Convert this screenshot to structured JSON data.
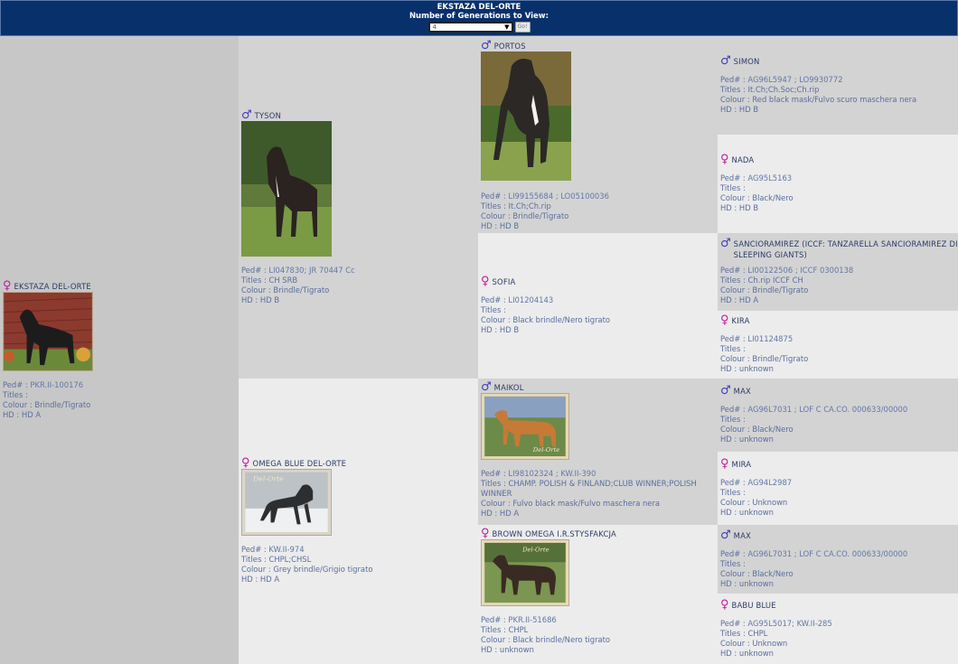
{
  "header": {
    "title": "EKSTAZA DEL-ORTE",
    "subtitle": "Number of Generations to View:",
    "select_value": "4",
    "go_label": "Go!"
  },
  "labels": {
    "ped": "Ped# :",
    "titles": "Titles :",
    "colour": "Colour :",
    "hd": "HD :"
  },
  "gen1": {
    "name": "EKSTAZA DEL-ORTE",
    "sex": "female",
    "ped": "PKR.II-100176",
    "titles": "",
    "colour": "Brindle/Tigrato",
    "hd": "HD A"
  },
  "gen2": [
    {
      "name": "TYSON",
      "sex": "male",
      "ped": "LI047830; JR 70447 Cc",
      "titles": "CH SRB",
      "colour": "Brindle/Tigrato",
      "hd": "HD B"
    },
    {
      "name": "OMEGA BLUE DEL-ORTE",
      "sex": "female",
      "ped": "KW.II-974",
      "titles": "CHPL;CHSL",
      "colour": "Grey brindle/Grigio tigrato",
      "hd": "HD A"
    }
  ],
  "gen3": [
    {
      "name": "PORTOS",
      "sex": "male",
      "ped": "LI99155684 ; LO05100036",
      "titles": "It.Ch;Ch.rip",
      "colour": "Brindle/Tigrato",
      "hd": "HD B"
    },
    {
      "name": "SOFIA",
      "sex": "female",
      "ped": "LI01204143",
      "titles": "",
      "colour": "Black brindle/Nero tigrato",
      "hd": "HD B"
    },
    {
      "name": "MAIKOL",
      "sex": "male",
      "ped": "LI98102324 ; KW.II-390",
      "titles": "CHAMP. POLISH & FINLAND;CLUB WINNER;POLISH WINNER",
      "colour": "Fulvo black mask/Fulvo maschera nera",
      "hd": "HD A"
    },
    {
      "name": "BROWN OMEGA I.R.STYSFAKCJA",
      "sex": "female",
      "ped": "PKR.II-51686",
      "titles": "CHPL",
      "colour": "Black brindle/Nero tigrato",
      "hd": "unknown"
    }
  ],
  "gen4": [
    {
      "name": "SIMON",
      "sex": "male",
      "ped": "AG96L5947 ; LO9930772",
      "titles": "It.Ch;Ch.Soc;Ch.rip",
      "colour": "Red black mask/Fulvo scuro maschera nera",
      "hd": "HD B"
    },
    {
      "name": "NADA",
      "sex": "female",
      "ped": "AG95L5163",
      "titles": "",
      "colour": "Black/Nero",
      "hd": "HD B"
    },
    {
      "name": "SANCIORAMIREZ (ICCF: TANZARELLA SANCIORAMIREZ DI SLEEPING GIANTS)",
      "sex": "male",
      "ped": "LI00122506 ; ICCF 0300138",
      "titles": "Ch.rip ICCF CH",
      "colour": "Brindle/Tigrato",
      "hd": "HD A"
    },
    {
      "name": "KIRA",
      "sex": "female",
      "ped": "LI01124875",
      "titles": "",
      "colour": "Brindle/Tigrato",
      "hd": "unknown"
    },
    {
      "name": "MAX",
      "sex": "male",
      "ped": "AG96L7031 ; LOF C CA.CO. 000633/00000",
      "titles": "",
      "colour": "Black/Nero",
      "hd": "unknown"
    },
    {
      "name": "MIRA",
      "sex": "female",
      "ped": "AG94L2987",
      "titles": "",
      "colour": "Unknown",
      "hd": "unknown"
    },
    {
      "name": "MAX",
      "sex": "male",
      "ped": "AG96L7031 ; LOF C CA.CO. 000633/00000",
      "titles": "",
      "colour": "Black/Nero",
      "hd": "unknown"
    },
    {
      "name": "BABU BLUE",
      "sex": "female",
      "ped": "AG95L5017; KW.II-285",
      "titles": "CHPL",
      "colour": "Unknown",
      "hd": "unknown"
    }
  ],
  "symbols": {
    "male": "♂",
    "female": "♀"
  },
  "photo_watermark": "Del-Orte",
  "colors": {
    "header_bg": "#08306b",
    "male_symbol": "#3b3bbb",
    "female_symbol": "#c01a9a",
    "gen1_bg": "#c7c7c7",
    "cell_dark": "#d3d3d3",
    "cell_light": "#ececec"
  }
}
